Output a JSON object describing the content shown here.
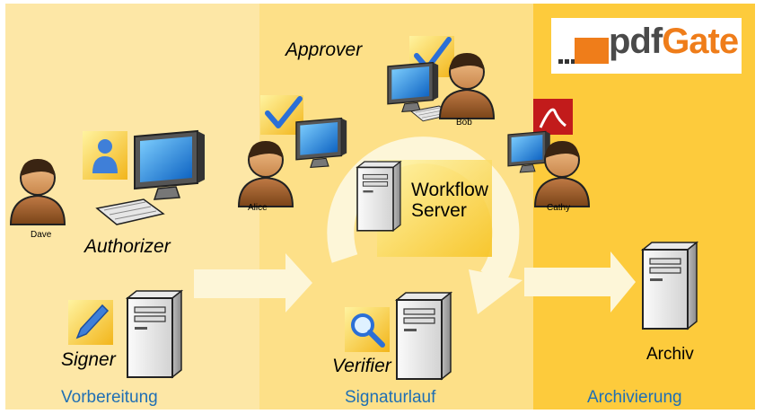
{
  "logo": {
    "part1": "pdf",
    "part2": "Gate"
  },
  "roles": {
    "approver": "Approver",
    "authorizer": "Authorizer",
    "signer": "Signer",
    "verifier": "Verifier"
  },
  "people": {
    "dave": "Dave",
    "alice": "Alice",
    "bob": "Bob",
    "cathy": "Cathy"
  },
  "server": {
    "line1": "Workflow",
    "line2": "Server"
  },
  "archive": {
    "label": "Archiv"
  },
  "phases": {
    "prep": "Vorbereitung",
    "signing": "Signaturlauf",
    "archiving": "Archivierung"
  },
  "icons": {
    "person": "person-icon",
    "monitor": "monitor-icon",
    "keyboard": "keyboard-icon",
    "checkmark": "checkmark-icon",
    "pen": "pen-icon",
    "magnifier": "magnifier-icon",
    "server": "server-tower-icon",
    "pdf": "pdf-document-icon",
    "user_card": "user-card-icon"
  },
  "colors": {
    "panel_left": "#fde7a6",
    "panel_mid": "#fde088",
    "panel_right": "#fdcb3c",
    "phase_text": "#1f6fb4",
    "logo_orange": "#ef7d1a",
    "logo_gray": "#4a4a4a"
  }
}
